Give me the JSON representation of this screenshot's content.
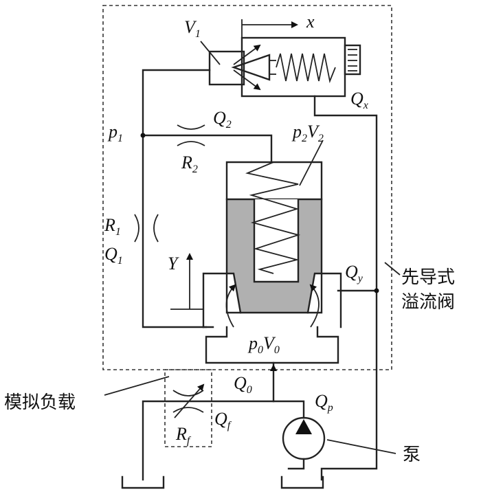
{
  "labels": {
    "V": "V",
    "V_sub": "1",
    "x": "x",
    "Qx": "Q",
    "Qx_sub": "x",
    "p1": "p",
    "p1_sub": "1",
    "Q2": "Q",
    "Q2_sub": "2",
    "R2": "R",
    "R2_sub": "2",
    "p2V2_p": "p",
    "p2V2_p_sub": "2",
    "p2V2_V": "V",
    "p2V2_V_sub": "2",
    "R1": "R",
    "R1_sub": "1",
    "Q1": "Q",
    "Q1_sub": "1",
    "Y": "Y",
    "Qy": "Q",
    "Qy_sub": "y",
    "p0V0_p": "p",
    "p0V0_p_sub": "0",
    "p0V0_V": "V",
    "p0V0_V_sub": "0",
    "Q0": "Q",
    "Q0_sub": "0",
    "Qp": "Q",
    "Qp_sub": "p",
    "Rf": "R",
    "Rf_sub": "f",
    "Qf": "Q",
    "Qf_sub": "f"
  },
  "annotations": {
    "relief_valve_line1": "先导式",
    "relief_valve_line2": "溢流阀",
    "simulated_load": "模拟负载",
    "pump": "泵"
  }
}
